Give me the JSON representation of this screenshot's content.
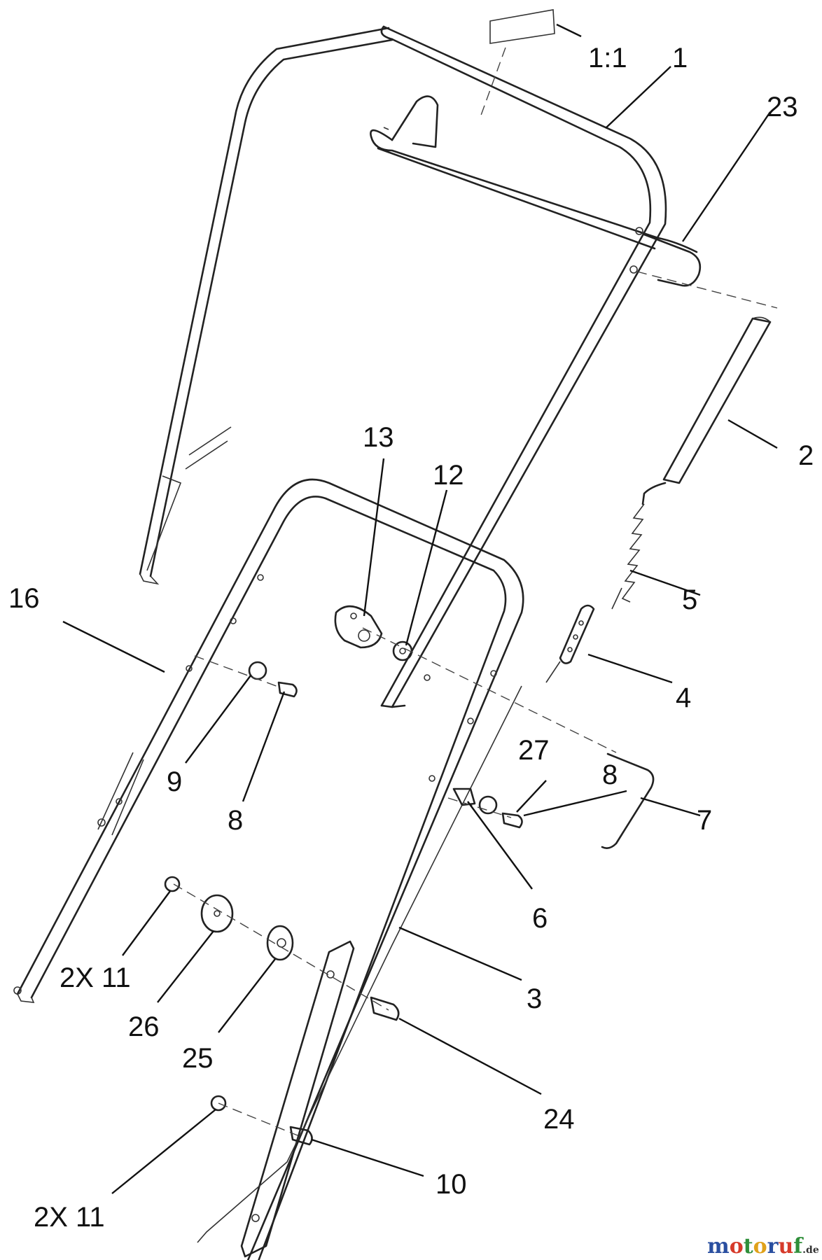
{
  "diagram": {
    "callouts": {
      "scale": "1:1",
      "p1": "1",
      "p23": "23",
      "p2": "2",
      "p13": "13",
      "p12": "12",
      "p5": "5",
      "p16": "16",
      "p4": "4",
      "p27": "27",
      "p8a": "8",
      "p9": "9",
      "p8b": "8",
      "p7": "7",
      "p6": "6",
      "p11a": "2X 11",
      "p26": "26",
      "p25": "25",
      "p3": "3",
      "p24": "24",
      "p10": "10",
      "p11b": "2X 11"
    },
    "watermark": {
      "text": "motoruf",
      "suffix": ".de",
      "colors": [
        "#2a4fa0",
        "#d63a2a",
        "#2f8f3a",
        "#e0a21b"
      ]
    }
  }
}
